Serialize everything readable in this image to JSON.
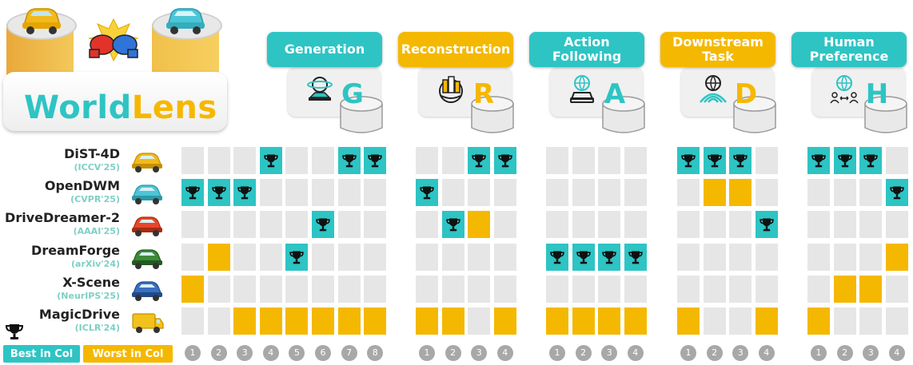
{
  "logo": {
    "part1": "World",
    "part2": "Lens"
  },
  "colors": {
    "best": "#2ec4c4",
    "worst": "#f5b800",
    "neutral": "#e6e6e6"
  },
  "categories": [
    {
      "key": "G",
      "letter": "G",
      "label": "Generation",
      "color": "teal",
      "icon": "galaxy-globe-icon",
      "cols": 8
    },
    {
      "key": "R",
      "letter": "R",
      "label": "Reconstruction",
      "color": "amber",
      "icon": "city-globe-icon",
      "cols": 4
    },
    {
      "key": "A",
      "letter": "A",
      "label": "Action\nFollowing",
      "color": "teal",
      "icon": "globe-car-icon",
      "cols": 4
    },
    {
      "key": "D",
      "letter": "D",
      "label": "Downstream\nTask",
      "color": "amber",
      "icon": "globe-rainbow-icon",
      "cols": 4
    },
    {
      "key": "H",
      "letter": "H",
      "label": "Human\nPreference",
      "color": "teal",
      "icon": "globe-people-icon",
      "cols": 4
    }
  ],
  "rows": [
    {
      "name": "DiST-4D",
      "venue": "(ICCV'25)",
      "car": "yellow-car-icon",
      "G": "nnnbnnbb",
      "R": "nnbb",
      "A": "nnnn",
      "D": "bbbn",
      "H": "bbbn"
    },
    {
      "name": "OpenDWM",
      "venue": "(CVPR'25)",
      "car": "cyan-car-icon",
      "G": "bbbnnnnn",
      "R": "bnnn",
      "A": "nnnn",
      "D": "nwwn",
      "H": "nnnb"
    },
    {
      "name": "DriveDreamer-2",
      "venue": "(AAAI'25)",
      "car": "red-car-icon",
      "G": "nnnnnbnn",
      "R": "nbwn",
      "A": "nnnn",
      "D": "nnnb",
      "H": "nnnn"
    },
    {
      "name": "DreamForge",
      "venue": "(arXiv'24)",
      "car": "green-car-icon",
      "G": "nwnnbnnn",
      "R": "nnnn",
      "A": "bbbb",
      "D": "nnnn",
      "H": "nnnw"
    },
    {
      "name": "X-Scene",
      "venue": "(NeurIPS'25)",
      "car": "blue-car-icon",
      "G": "wnnnnnnn",
      "R": "nnnn",
      "A": "nnnn",
      "D": "nnnn",
      "H": "nwwn"
    },
    {
      "name": "MagicDrive",
      "venue": "(ICLR'24)",
      "car": "yellow-van-icon",
      "G": "nnwwwwww",
      "R": "wwnw",
      "A": "wwww",
      "D": "wnnw",
      "H": "wnnn"
    }
  ],
  "legend": {
    "best": "Best in Col",
    "worst": "Worst in Col"
  },
  "col_numbers": {
    "G": [
      "1",
      "2",
      "3",
      "4",
      "5",
      "6",
      "7",
      "8"
    ],
    "R": [
      "1",
      "2",
      "3",
      "4"
    ],
    "A": [
      "1",
      "2",
      "3",
      "4"
    ],
    "D": [
      "1",
      "2",
      "3",
      "4"
    ],
    "H": [
      "1",
      "2",
      "3",
      "4"
    ]
  }
}
